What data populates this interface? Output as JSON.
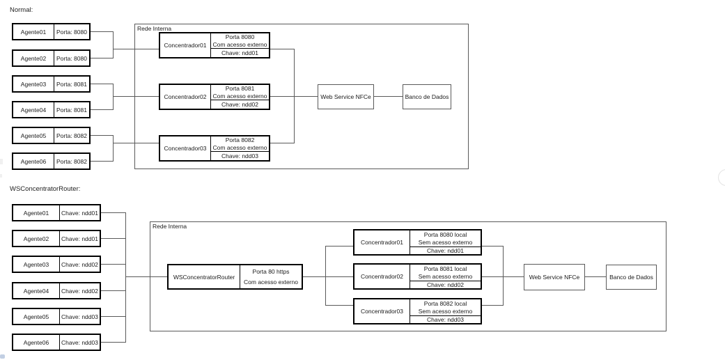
{
  "colors": {
    "background": "#ffffff",
    "box_border_strong": "#000000",
    "box_border_thin": "#595959",
    "connector": "#595959",
    "text": "#1a1a1a"
  },
  "normal": {
    "title": "Normal:",
    "network_label": "Rede Interna",
    "agents": [
      {
        "name": "Agente01",
        "detail": "Porta: 8080"
      },
      {
        "name": "Agente02",
        "detail": "Porta: 8080"
      },
      {
        "name": "Agente03",
        "detail": "Porta: 8081"
      },
      {
        "name": "Agente04",
        "detail": "Porta: 8081"
      },
      {
        "name": "Agente05",
        "detail": "Porta: 8082"
      },
      {
        "name": "Agente06",
        "detail": "Porta: 8082"
      }
    ],
    "concentrators": [
      {
        "name": "Concentrador01",
        "line1": "Porta 8080",
        "line2": "Com acesso externo",
        "key": "Chave: ndd01"
      },
      {
        "name": "Concentrador02",
        "line1": "Porta 8081",
        "line2": "Com acesso externo",
        "key": "Chave: ndd02"
      },
      {
        "name": "Concentrador03",
        "line1": "Porta 8082",
        "line2": "Com acesso externo",
        "key": "Chave: ndd03"
      }
    ],
    "web_service": "Web Service NFCe",
    "database": "Banco de Dados"
  },
  "wsrouter": {
    "title": "WSConcentratorRouter:",
    "network_label": "Rede Interna",
    "agents": [
      {
        "name": "Agente01",
        "detail": "Chave: ndd01"
      },
      {
        "name": "Agente02",
        "detail": "Chave: ndd01"
      },
      {
        "name": "Agente03",
        "detail": "Chave: ndd02"
      },
      {
        "name": "Agente04",
        "detail": "Chave: ndd02"
      },
      {
        "name": "Agente05",
        "detail": "Chave: ndd03"
      },
      {
        "name": "Agente06",
        "detail": "Chave: ndd03"
      }
    ],
    "router": {
      "name": "WSConcentratorRouter",
      "line1": "Porta 80 https",
      "line2": "Com acesso externo"
    },
    "concentrators": [
      {
        "name": "Concentrador01",
        "line1": "Porta 8080 local",
        "line2": "Sem acesso externo",
        "key": "Chave: ndd01"
      },
      {
        "name": "Concentrador02",
        "line1": "Porta 8081 local",
        "line2": "Sem acesso externo",
        "key": "Chave: ndd02"
      },
      {
        "name": "Concentrador03",
        "line1": "Porta 8082 local",
        "line2": "Sem acesso externo",
        "key": "Chave: ndd03"
      }
    ],
    "web_service": "Web Service NFCe",
    "database": "Banco de Dados"
  }
}
